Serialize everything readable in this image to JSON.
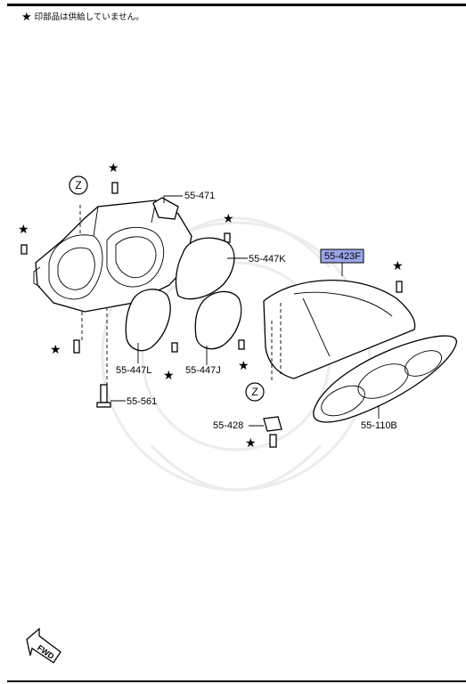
{
  "note": {
    "star": "★",
    "text": "印部品は供給していません。"
  },
  "labels": {
    "p55_471": "55-471",
    "p55_447k": "55-447K",
    "p55_447l": "55-447L",
    "p55_447j": "55-447J",
    "p55_561": "55-561",
    "p55_428": "55-428",
    "p55_110b": "55-110B",
    "p55_423f": "55-423F"
  },
  "callouts": {
    "zone_z": "Z"
  },
  "fwd": "FWD",
  "colors": {
    "highlight_fill": "#9ba6e8",
    "line": "#000000"
  }
}
